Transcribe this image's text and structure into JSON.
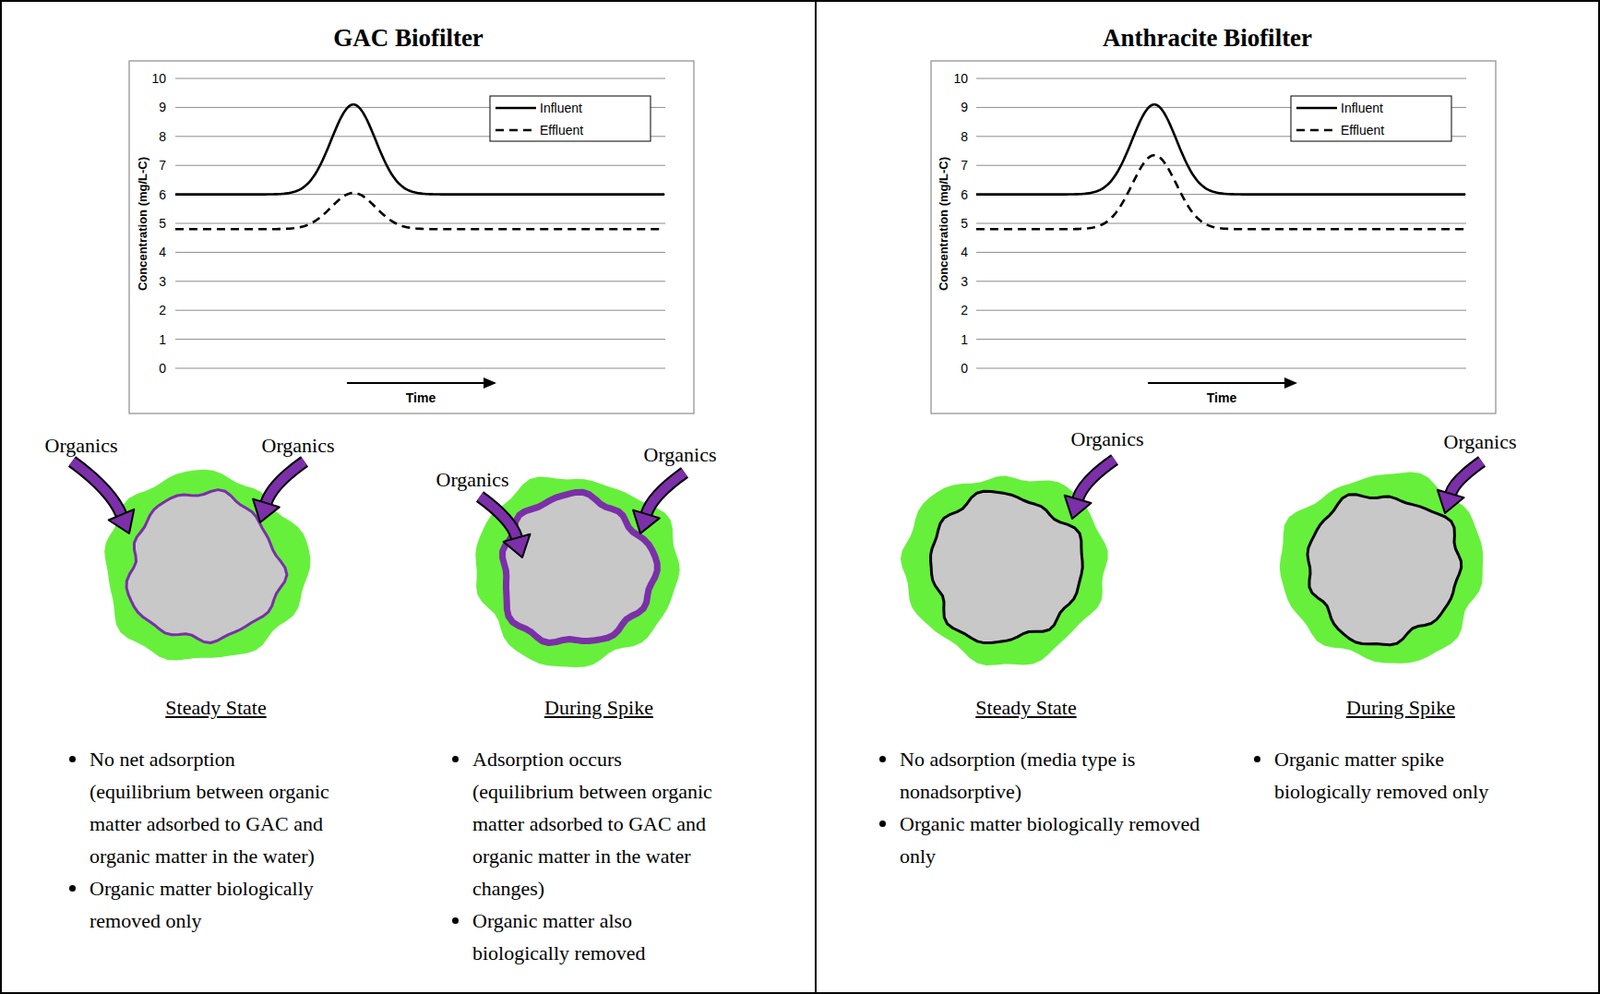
{
  "diagram": {
    "nodes": [
      {
        "text": [
          "GAC Biofilter"
        ]
      },
      {
        "text": [
          "Anthracite Biofilter"
        ]
      }
    ],
    "labels": [
      "10",
      "9",
      "8",
      "7",
      "6",
      "5",
      "4",
      "3",
      "2",
      "1",
      "0",
      "Concentration (mg/L-C)",
      "Time",
      "Organics",
      "Organics",
      "Organics",
      "Organics",
      "Steady State",
      "During Spike",
      "No net adsorption (equilibrium between organic matter adsorbed to GAC and organic matter in the water)",
      "Organic matter biologically removed only",
      "Adsorption occurs (equilibrium between organic matter adsorbed to GAC and organic matter in the water changes)",
      "Organic matter also biologically removed",
      "10",
      "9",
      "8",
      "7",
      "6",
      "5",
      "4",
      "3",
      "2",
      "1",
      "0",
      "Concentration (mg/L-C)",
      "Time",
      "Organics",
      "Organics",
      "Steady State",
      "During Spike",
      "No adsorption (media type is nonadsorptive)",
      "Organic matter biologically removed only",
      "Organic matter spike biologically removed only"
    ],
    "legend": [
      {
        "text": "Influent"
      },
      {
        "text": "Effluent"
      },
      {
        "text": "Influent"
      },
      {
        "text": "Effluent"
      }
    ]
  }
}
